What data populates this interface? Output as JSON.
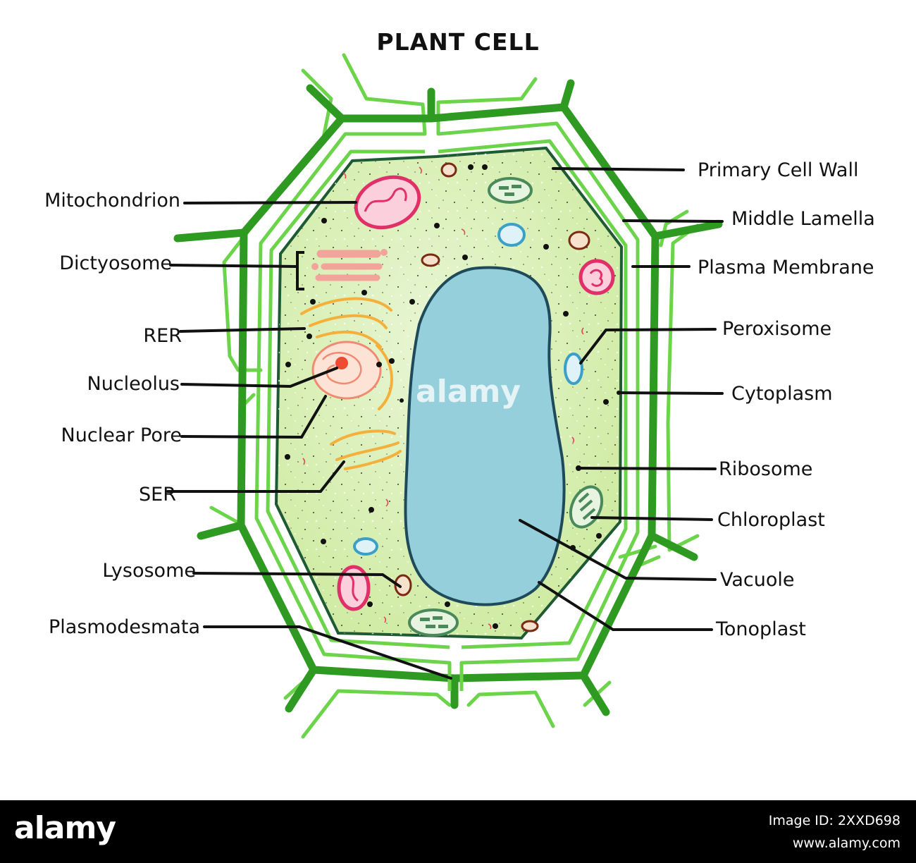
{
  "title": "PLANT CELL",
  "labels": {
    "primary_cell_wall": "Primary Cell Wall",
    "middle_lamella": "Middle Lamella",
    "plasma_membrane": "Plasma Membrane",
    "peroxisome": "Peroxisome",
    "cytoplasm": "Cytoplasm",
    "ribosome": "Ribosome",
    "chloroplast": "Chloroplast",
    "vacuole": "Vacuole",
    "tonoplast": "Tonoplast",
    "mitochondrion": "Mitochondrion",
    "dictyosome": "Dictyosome",
    "rer": "RER",
    "nucleolus": "Nucleolus",
    "nuclear_pore": "Nuclear Pore",
    "ser": "SER",
    "lysosome": "Lysosome",
    "plasmodesmata": "Plasmodesmata"
  },
  "watermark": "alamy",
  "footer": {
    "logo": "alamy",
    "image_id": "Image ID: 2XXD698",
    "url": "www.alamy.com"
  },
  "colors": {
    "wall_dark": "#2e9a22",
    "wall_light": "#6cd44a",
    "membrane": "#1e5a33",
    "cytoplasm": "#daf0bf",
    "vacuole": "#95cfdc",
    "vacuole_edge": "#1f4a5a",
    "mitochondrion": "#e0306a",
    "rer": "#f4b03a",
    "nucleus": "#f08a70",
    "dictyosome": "#f2a49a",
    "peroxisome": "#3aa0c8",
    "chloroplast": "#4a8a5a",
    "lysosome": "#7a2a12"
  }
}
